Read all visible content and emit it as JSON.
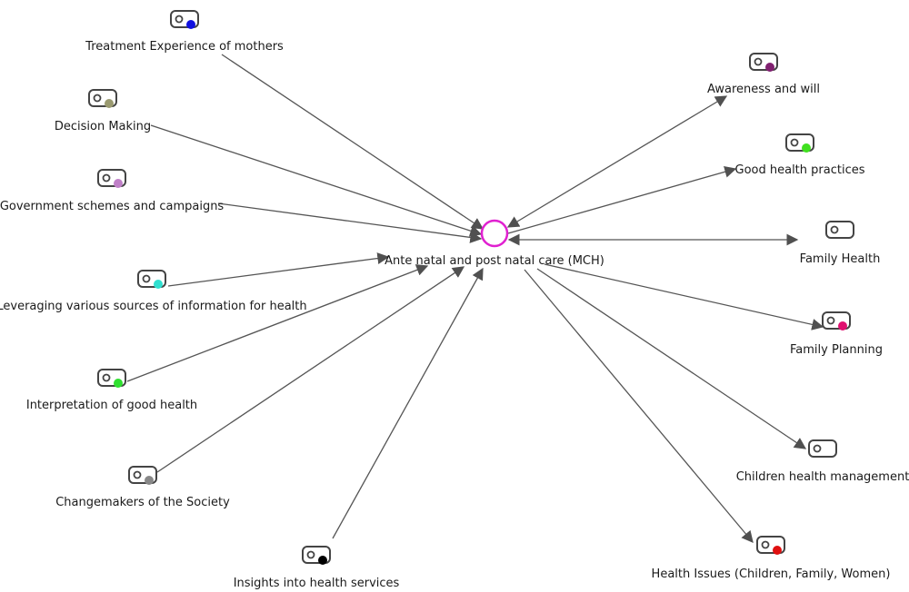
{
  "center": {
    "label": "Ante natal and post natal care (MCH)",
    "ring_color": "#e020d0"
  },
  "nodes": [
    {
      "id": "treatment-experience",
      "label": "Treatment Experience of mothers",
      "dot": "#1010e0",
      "edge": "to-center"
    },
    {
      "id": "decision-making",
      "label": "Decision Making",
      "dot": "#9a9a70",
      "edge": "to-center"
    },
    {
      "id": "government-schemes",
      "label": "Government schemes and campaigns",
      "dot": "#c080c8",
      "edge": "to-center"
    },
    {
      "id": "leveraging-sources",
      "label": "Leveraging various sources of information for health",
      "dot": "#30e0d0",
      "edge": "to-center"
    },
    {
      "id": "interpretation-good-health",
      "label": "Interpretation of good health",
      "dot": "#30e030",
      "edge": "to-center"
    },
    {
      "id": "changemakers",
      "label": "Changemakers of the Society",
      "dot": "#888888",
      "edge": "to-center"
    },
    {
      "id": "insights-health-services",
      "label": "Insights into health services",
      "dot": "#000000",
      "edge": "to-center"
    },
    {
      "id": "awareness-and-will",
      "label": "Awareness and will",
      "dot": "#802070",
      "edge": "both"
    },
    {
      "id": "good-health-practices",
      "label": "Good health practices",
      "dot": "#40e020",
      "edge": "to-node"
    },
    {
      "id": "family-health",
      "label": "Family Health",
      "dot": "",
      "edge": "both"
    },
    {
      "id": "family-planning",
      "label": "Family Planning",
      "dot": "#e01070",
      "edge": "to-node"
    },
    {
      "id": "children-health-management",
      "label": "Children health management",
      "dot": "",
      "edge": "to-node"
    },
    {
      "id": "health-issues",
      "label": "Health Issues (Children, Family, Women)",
      "dot": "#e01010",
      "edge": "to-node"
    }
  ]
}
